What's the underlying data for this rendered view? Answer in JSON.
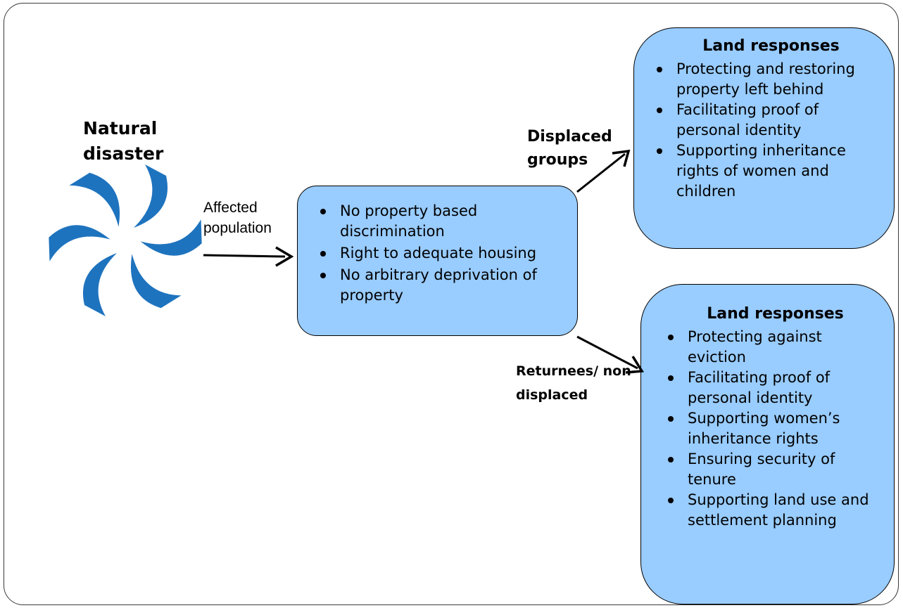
{
  "colors": {
    "box_fill": "#99ccff",
    "logo_blue": "#1e73be",
    "border": "#000000"
  },
  "source": {
    "title": "Natural disaster",
    "icon": "swirl-logo-icon"
  },
  "edges": {
    "affected": "Affected population",
    "displaced": "Displaced groups",
    "returnees": "Returnees/ non-displaced"
  },
  "center_box": {
    "items": [
      "No property based discrimination",
      "Right to adequate housing",
      "No arbitrary deprivation of property"
    ]
  },
  "top_box": {
    "title": "Land responses",
    "items": [
      "Protecting and restoring property left behind",
      "Facilitating proof of personal identity",
      "Supporting  inheritance rights of women and children"
    ]
  },
  "bottom_box": {
    "title": "Land responses",
    "items": [
      "Protecting against eviction",
      "Facilitating proof of personal identity",
      "Supporting  women’s inheritance rights",
      "Ensuring security of tenure",
      "Supporting land use and settlement planning"
    ]
  }
}
